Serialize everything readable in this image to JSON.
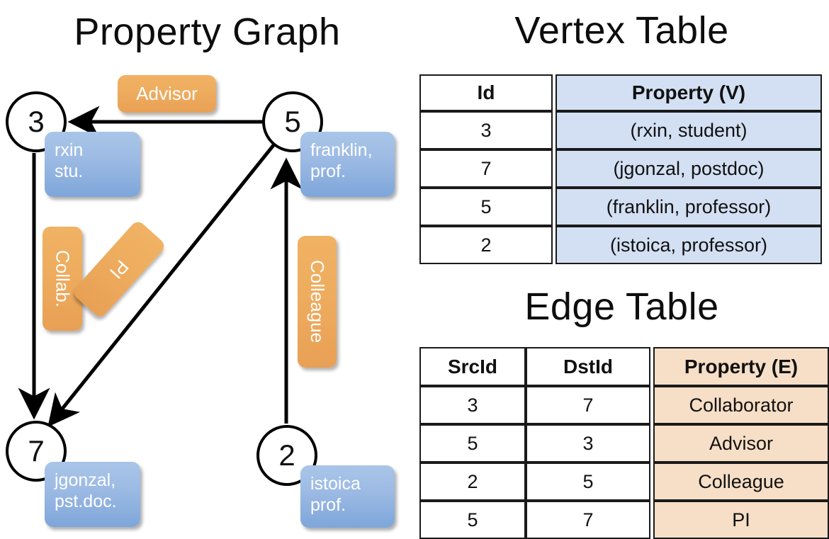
{
  "graph": {
    "title": "Property Graph",
    "vertices": [
      {
        "id": "3",
        "property_label": "rxin\nstu.",
        "line1": "rxin",
        "line2": "stu."
      },
      {
        "id": "5",
        "property_label": "franklin,\nprof.",
        "line1": "franklin,",
        "line2": "prof."
      },
      {
        "id": "7",
        "property_label": "jgonzal,\npst.doc.",
        "line1": "jgonzal,",
        "line2": "pst.doc."
      },
      {
        "id": "2",
        "property_label": "istoica\nprof.",
        "line1": "istoica",
        "line2": "prof."
      }
    ],
    "edge_labels": [
      {
        "name": "advisor",
        "text": "Advisor"
      },
      {
        "name": "collab",
        "text": "Collab."
      },
      {
        "name": "pi",
        "text": "PI"
      },
      {
        "name": "colleague",
        "text": "Colleague"
      }
    ],
    "colors": {
      "vertex_box": "#9dbbe4",
      "edge_label_box": "#eeac5e",
      "stroke": "#000000"
    }
  },
  "vertex_table": {
    "title": "Vertex Table",
    "headers": [
      "Id",
      "Property (V)"
    ],
    "rows": [
      [
        "3",
        "(rxin, student)"
      ],
      [
        "7",
        "(jgonzal, postdoc)"
      ],
      [
        "5",
        "(franklin, professor)"
      ],
      [
        "2",
        "(istoica, professor)"
      ]
    ],
    "accent_color": "#d3e0f3"
  },
  "edge_table": {
    "title": "Edge Table",
    "headers": [
      "SrcId",
      "DstId",
      "Property (E)"
    ],
    "rows": [
      [
        "3",
        "7",
        "Collaborator"
      ],
      [
        "5",
        "3",
        "Advisor"
      ],
      [
        "2",
        "5",
        "Colleague"
      ],
      [
        "5",
        "7",
        "PI"
      ]
    ],
    "accent_color": "#f6dfc6"
  }
}
